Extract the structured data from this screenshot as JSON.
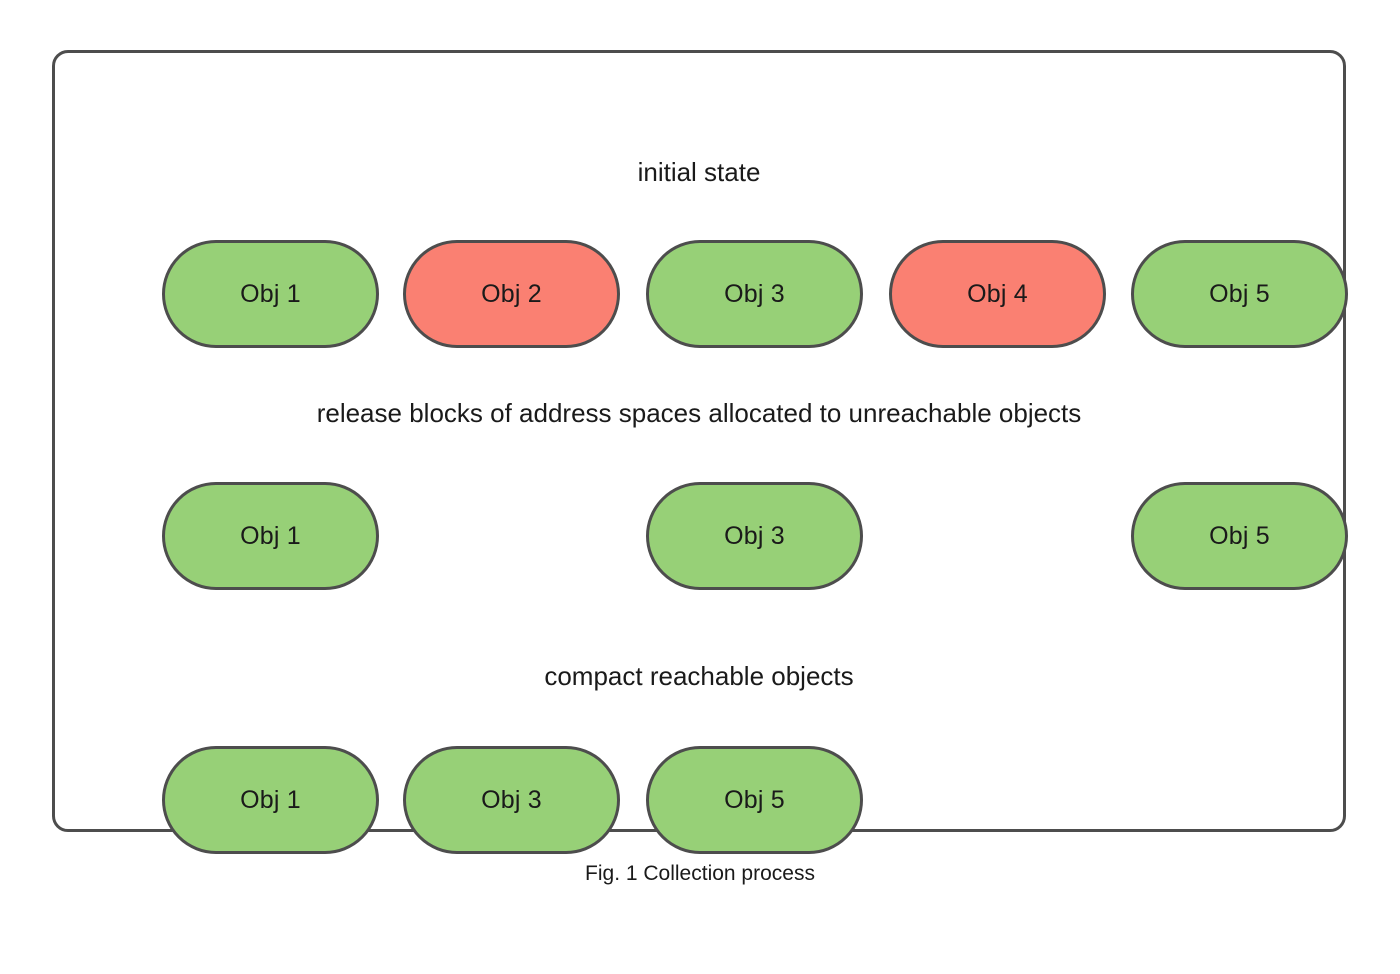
{
  "figure": {
    "caption": "Fig. 1 Collection process",
    "colors": {
      "reachable": "#97d077",
      "unreachable": "#fa8072",
      "stroke": "#4d4d4d",
      "background": "#ffffff",
      "text": "#1a1a1a"
    }
  },
  "stages": [
    {
      "id": "initial",
      "label": "initial state",
      "objects": [
        {
          "slot": 1,
          "label": "Obj 1",
          "state": "reachable"
        },
        {
          "slot": 2,
          "label": "Obj 2",
          "state": "unreachable"
        },
        {
          "slot": 3,
          "label": "Obj 3",
          "state": "reachable"
        },
        {
          "slot": 4,
          "label": "Obj 4",
          "state": "unreachable"
        },
        {
          "slot": 5,
          "label": "Obj 5",
          "state": "reachable"
        }
      ]
    },
    {
      "id": "released",
      "label": "release blocks of address spaces allocated to unreachable objects",
      "objects": [
        {
          "slot": 1,
          "label": "Obj 1",
          "state": "reachable"
        },
        {
          "slot": 2,
          "label": "",
          "state": "empty"
        },
        {
          "slot": 3,
          "label": "Obj 3",
          "state": "reachable"
        },
        {
          "slot": 4,
          "label": "",
          "state": "empty"
        },
        {
          "slot": 5,
          "label": "Obj 5",
          "state": "reachable"
        }
      ]
    },
    {
      "id": "compact",
      "label": "compact reachable objects",
      "objects": [
        {
          "slot": 1,
          "label": "Obj 1",
          "state": "reachable"
        },
        {
          "slot": 2,
          "label": "Obj 3",
          "state": "reachable"
        },
        {
          "slot": 3,
          "label": "Obj 5",
          "state": "reachable"
        },
        {
          "slot": 4,
          "label": "",
          "state": "empty"
        },
        {
          "slot": 5,
          "label": "",
          "state": "empty"
        }
      ]
    }
  ]
}
